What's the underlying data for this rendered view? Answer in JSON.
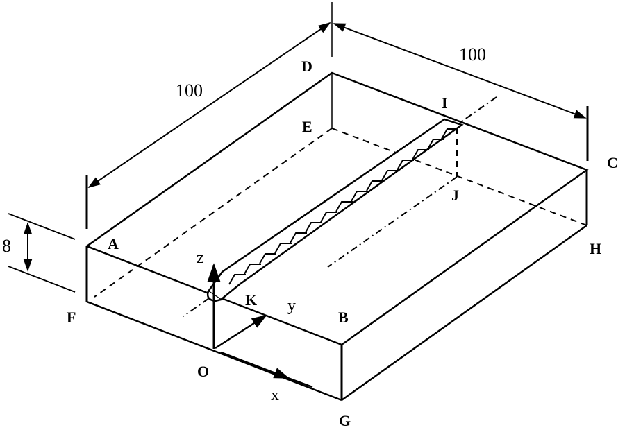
{
  "figure": {
    "type": "isometric plate with weld bead",
    "colors": {
      "line": "#000000",
      "background": "#ffffff",
      "weld_fill": "#ffffff"
    }
  },
  "dimensions": {
    "length_label": "100",
    "width_label": "100",
    "thickness_label": "8"
  },
  "vertices": {
    "A": "A",
    "B": "B",
    "C": "C",
    "D": "D",
    "E": "E",
    "F": "F",
    "G": "G",
    "H": "H",
    "I": "I",
    "J": "J",
    "K": "K",
    "O": "O"
  },
  "axes": {
    "x": "x",
    "y": "y",
    "z": "z"
  }
}
